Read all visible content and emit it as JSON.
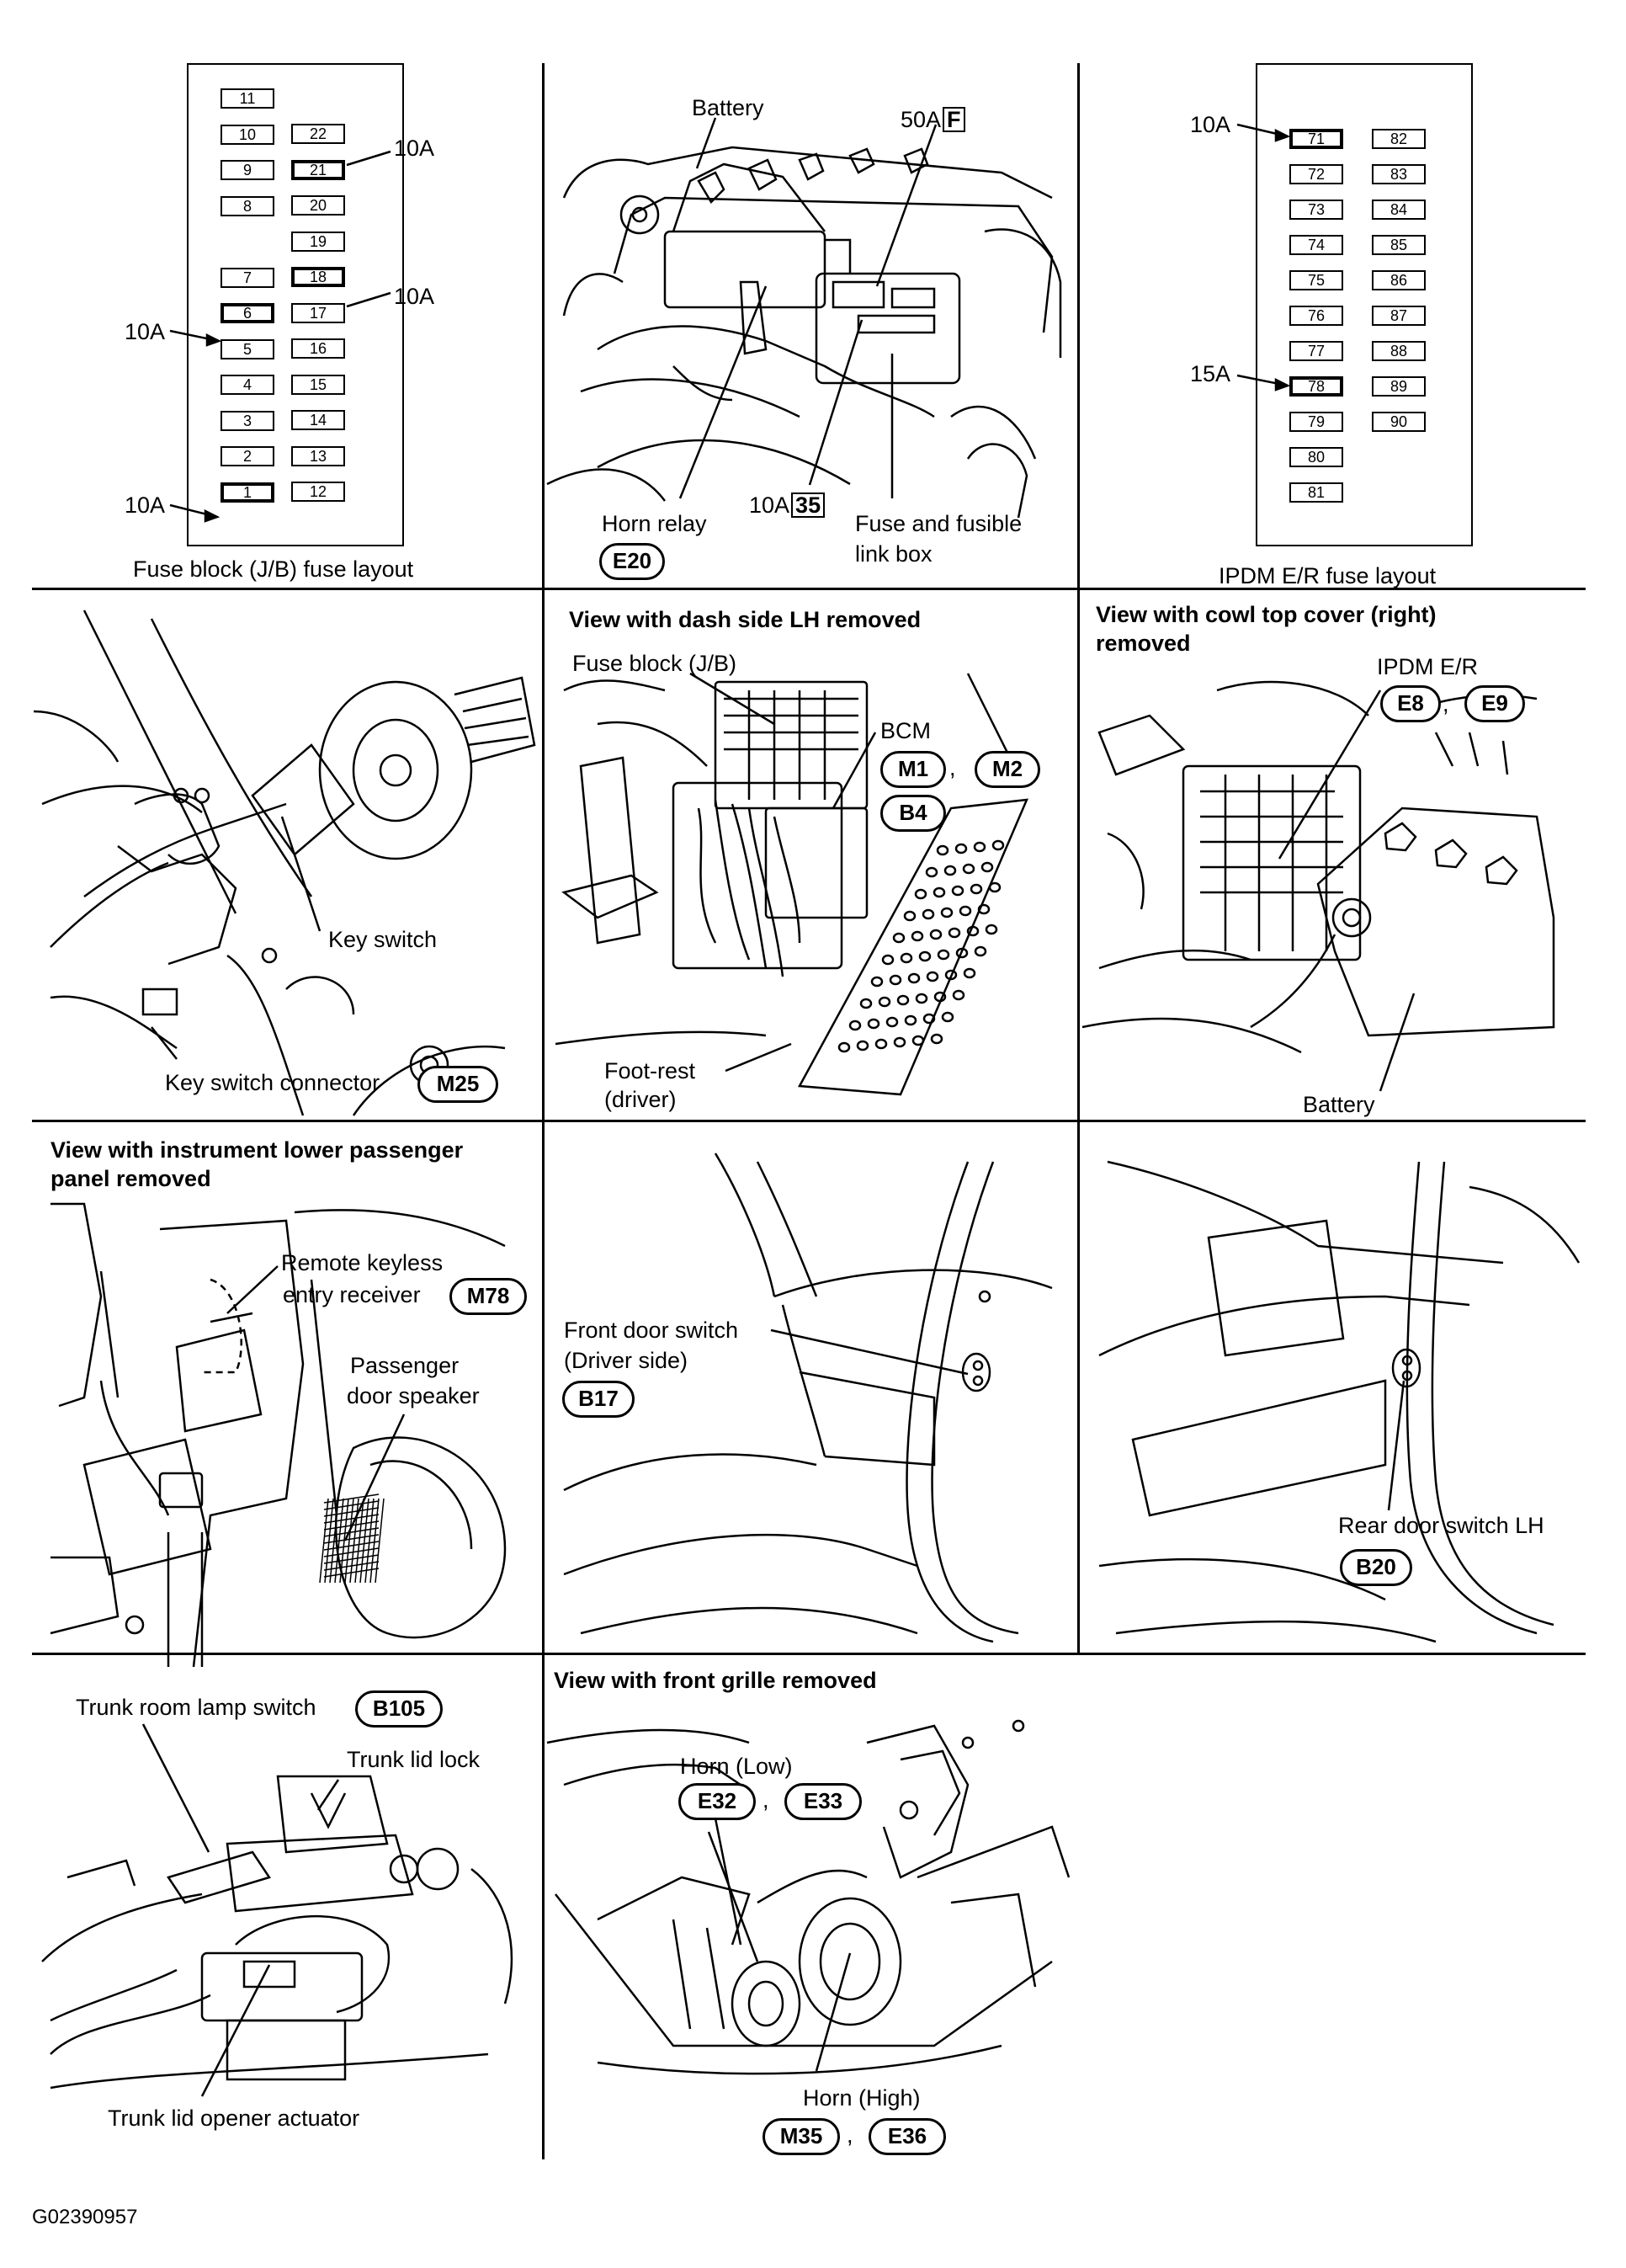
{
  "panels": {
    "jb_fuse": {
      "caption": "Fuse block (J/B) fuse layout",
      "left_col": [
        "11",
        "10",
        "9",
        "8",
        "7",
        "6",
        "5",
        "4",
        "3",
        "2",
        "1"
      ],
      "right_col": [
        "22",
        "21",
        "20",
        "19",
        "18",
        "17",
        "16",
        "15",
        "14",
        "13",
        "12"
      ],
      "callout_21": "10A",
      "callout_18": "10A",
      "callout_6": "10A",
      "callout_1": "10A"
    },
    "battery": {
      "battery_label": "Battery",
      "fuse_50a": "50A",
      "fuse_50a_code": "F",
      "horn_relay_label": "Horn relay",
      "horn_relay_conn": "E20",
      "fuse_10a": "10A",
      "fuse_10a_code": "35",
      "fuse_box_label_1": "Fuse and fusible",
      "fuse_box_label_2": "link box"
    },
    "ipdm_fuse": {
      "caption": "IPDM E/R fuse layout",
      "left_col": [
        "71",
        "72",
        "73",
        "74",
        "75",
        "76",
        "77",
        "78",
        "79",
        "80",
        "81"
      ],
      "right_col": [
        "82",
        "83",
        "84",
        "85",
        "86",
        "87",
        "88",
        "89",
        "90"
      ],
      "callout_71": "10A",
      "callout_78": "15A"
    },
    "key_switch": {
      "key_switch_label": "Key switch",
      "connector_label": "Key switch connector",
      "connector_code": "M25"
    },
    "dash_side": {
      "title": "View with dash side LH removed",
      "fuse_block_label": "Fuse block (J/B)",
      "bcm_label": "BCM",
      "bcm_conn_1": "M1",
      "bcm_conn_2": "M2",
      "bcm_conn_3": "B4",
      "foot_rest_1": "Foot-rest",
      "foot_rest_2": "(driver)"
    },
    "cowl_top": {
      "title_1": "View with cowl top cover (right)",
      "title_2": "removed",
      "ipdm_label": "IPDM E/R",
      "ipdm_conn_1": "E8",
      "ipdm_conn_2": "E9",
      "battery_label": "Battery"
    },
    "instrument_lower": {
      "title_1": "View with instrument lower passenger",
      "title_2": "panel removed",
      "remote_1": "Remote keyless",
      "remote_2": "entry receiver",
      "remote_conn": "M78",
      "speaker_1": "Passenger",
      "speaker_2": "door speaker"
    },
    "front_door": {
      "label_1": "Front door switch",
      "label_2": "(Driver side)",
      "conn": "B17"
    },
    "rear_door": {
      "label": "Rear door switch LH",
      "conn": "B20"
    },
    "trunk": {
      "lamp_switch_label": "Trunk room lamp switch",
      "lamp_switch_conn": "B105",
      "lid_lock_label": "Trunk lid lock",
      "actuator_label": "Trunk lid opener actuator"
    },
    "front_grille": {
      "title": "View with front grille removed",
      "horn_low_label": "Horn (Low)",
      "horn_low_conn_1": "E32",
      "horn_low_conn_2": "E33",
      "horn_high_label": "Horn (High)",
      "horn_high_conn_1": "M35",
      "horn_high_conn_2": "E36"
    }
  },
  "figure_id": "G02390957",
  "separator": ","
}
